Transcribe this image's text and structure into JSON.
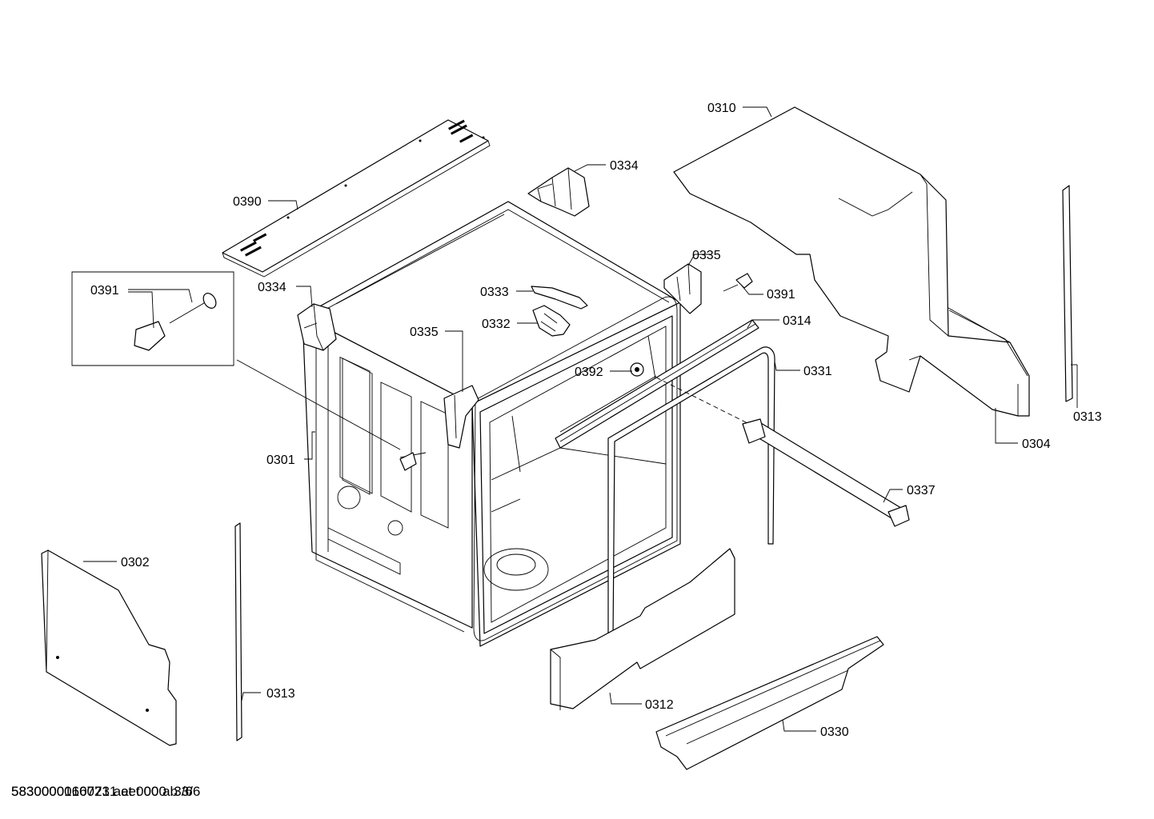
{
  "labels": {
    "p0310": "0310",
    "p0334a": "0334",
    "p0390": "0390",
    "p0335a": "0335",
    "p0391a": "0391",
    "p0334b": "0334",
    "p0333": "0333",
    "p0391b": "0391",
    "p0332": "0332",
    "p0314": "0314",
    "p0335b": "0335",
    "p0392": "0392",
    "p0331": "0331",
    "p0313a": "0313",
    "p0304": "0304",
    "p0301": "0301",
    "p0337": "0337",
    "p0302": "0302",
    "p0313b": "0313",
    "p0312": "0312",
    "p0330": "0330"
  },
  "footer": {
    "line1": "58300000167731 aet 000 b 3/6",
    "line2": "5830000160021 aet 000 a 3/6"
  },
  "icons": {
    "hinge": "hinge-icon",
    "screw": "screw-icon"
  }
}
